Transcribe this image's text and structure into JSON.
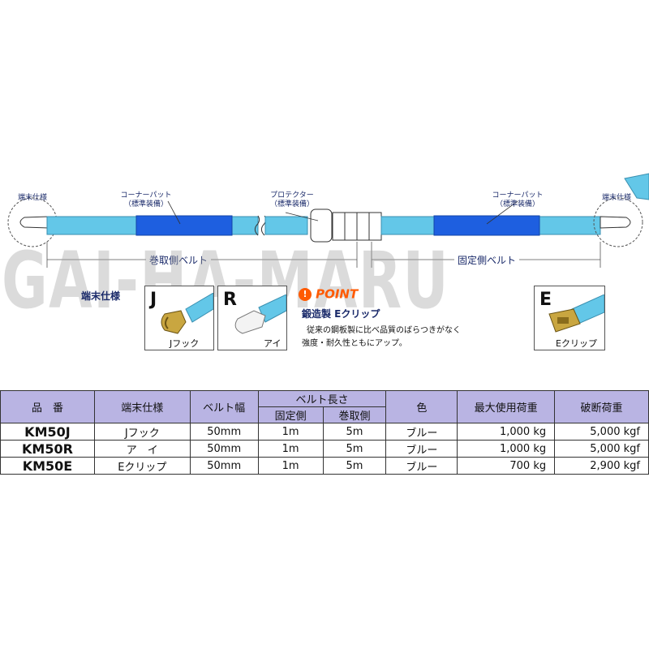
{
  "diagram": {
    "end_spec_label_left": "端末仕様",
    "end_spec_label_right": "端末仕様",
    "corner_pad_left": "コーナーパット",
    "corner_pad_left_sub": "（標準装備）",
    "protector": "プロテクター",
    "protector_sub": "（標準装備）",
    "corner_pad_right": "コーナーパット",
    "corner_pad_right_sub": "（標準装備）",
    "winding_belt": "巻取側ベルト",
    "fixed_belt": "固定側ベルト",
    "belt_color": "#63c7e8",
    "pad_color": "#1e5fe0"
  },
  "watermark": "GAI-HA-MARU",
  "terminal": {
    "section_title": "端末仕様",
    "options": [
      {
        "letter": "J",
        "caption": "Jフック"
      },
      {
        "letter": "R",
        "caption": "アイ"
      },
      {
        "letter": "E",
        "caption": "Eクリップ"
      }
    ]
  },
  "point": {
    "badge": "POINT",
    "title": "鍛造製 Eクリップ",
    "line1": "従来の鋼板製に比べ品質のばらつきがなく",
    "line2": "強度・耐久性ともにアップ。",
    "accent": "#ff5a00"
  },
  "table": {
    "headers": {
      "code": "品　番",
      "end": "端末仕様",
      "width": "ベルト幅",
      "length": "ベルト長さ",
      "fixed": "固定側",
      "winding": "巻取側",
      "color": "色",
      "max_load": "最大使用荷重",
      "break_load": "破断荷重"
    },
    "rows": [
      {
        "code": "KM50J",
        "end": "Jフック",
        "width": "50mm",
        "fixed": "1m",
        "winding": "5m",
        "color": "ブルー",
        "max_load": "1,000 kg",
        "break_load": "5,000 kgf"
      },
      {
        "code": "KM50R",
        "end": "ア　イ",
        "width": "50mm",
        "fixed": "1m",
        "winding": "5m",
        "color": "ブルー",
        "max_load": "1,000 kg",
        "break_load": "5,000 kgf"
      },
      {
        "code": "KM50E",
        "end": "Eクリップ",
        "width": "50mm",
        "fixed": "1m",
        "winding": "5m",
        "color": "ブルー",
        "max_load": "700 kg",
        "break_load": "2,900 kgf"
      }
    ],
    "header_color": "#b9b4e3"
  }
}
